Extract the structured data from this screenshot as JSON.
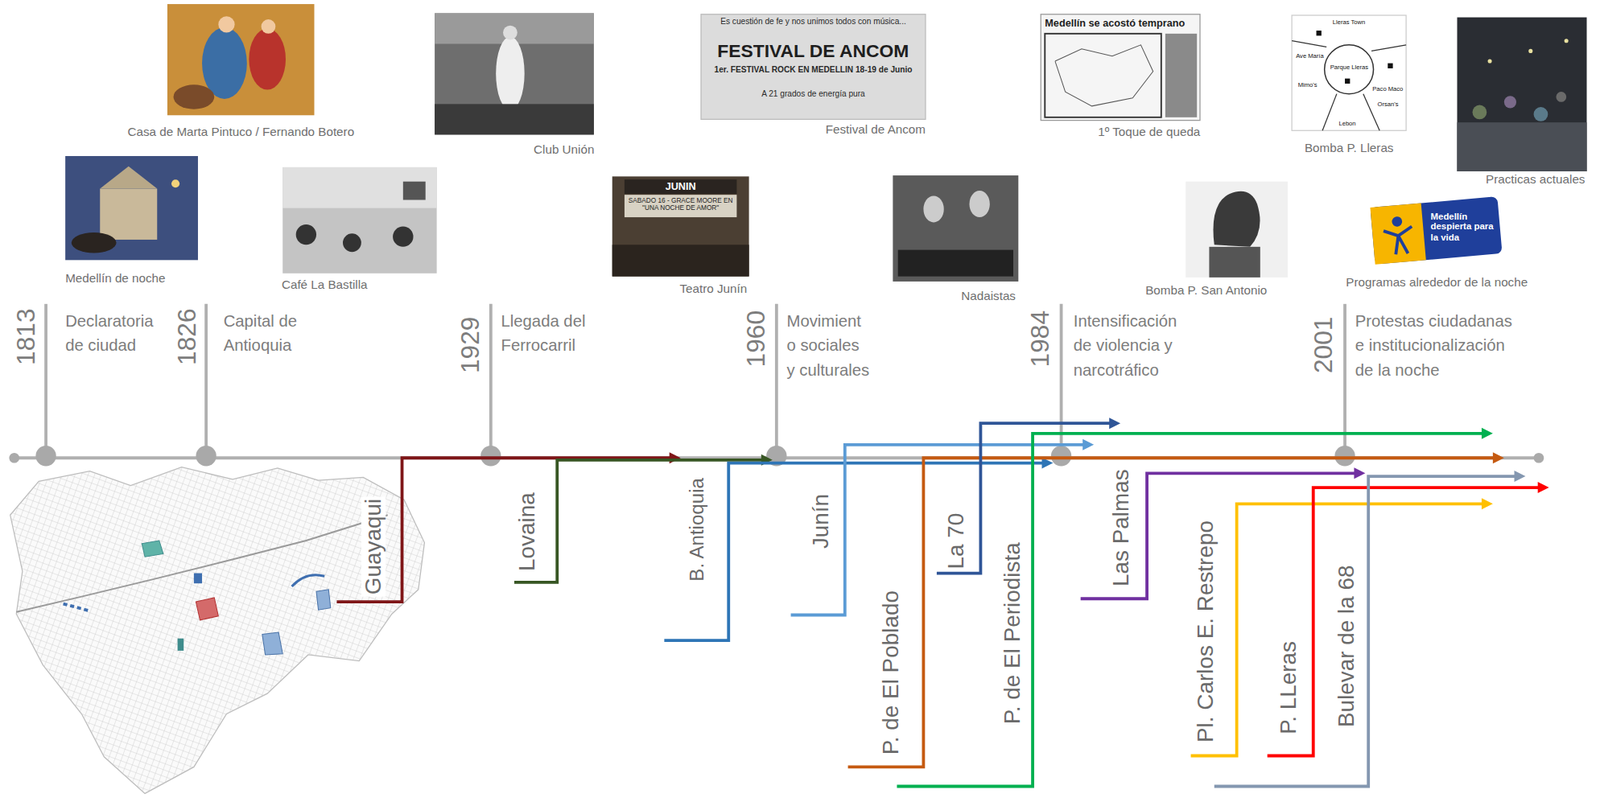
{
  "diagram": {
    "labels": [
      "Casa de Marta Pintuco / Fernando Botero",
      "Club Unión",
      "Festival de Ancom",
      "1º Toque de queda",
      "Bomba P. Lleras",
      "Practicas actuales",
      "Medellín de noche",
      "Café La Bastilla",
      "Teatro Junín",
      "Nadaistas",
      "Bomba P. San Antonio",
      "Programas alrededor de la noche",
      "Es cuestión de fe y nos unimos todos con música...",
      "FESTIVAL DE ANCOM",
      "1er. FESTIVAL ROCK EN MEDELLIN 18-19 de Junio",
      "A 21 grados de energía pura",
      "Medellín se acostó temprano",
      "JUNIN",
      "SABADO 16 - GRACE MOORE EN \"UNA NOCHE DE AMOR\"",
      "Medellín despierta para la vida",
      "Lleras Town",
      "Ave María",
      "Mimo's",
      "Parque Lleras",
      "Paco Maco",
      "Orsan's",
      "Lebon",
      "1813",
      "Declaratoria de ciudad",
      "1826",
      "Capital de Antioquia",
      "1929",
      "Llegada del Ferrocarril",
      "1960",
      "Movimient o sociales y culturales",
      "1984",
      "Intensificación de violencia y narcotráfico",
      "2001",
      "Protestas ciudadanas e institucionalización de la noche",
      "Guayaqui",
      "Lovaina",
      "B. Antioquia",
      "Junín",
      "P. de El Poblado",
      "La 70",
      "P. de El Periodista",
      "Las Palmas",
      "Pl. Carlos E. Restrepo",
      "P. LLeras",
      "Bulevar de la 68"
    ]
  }
}
